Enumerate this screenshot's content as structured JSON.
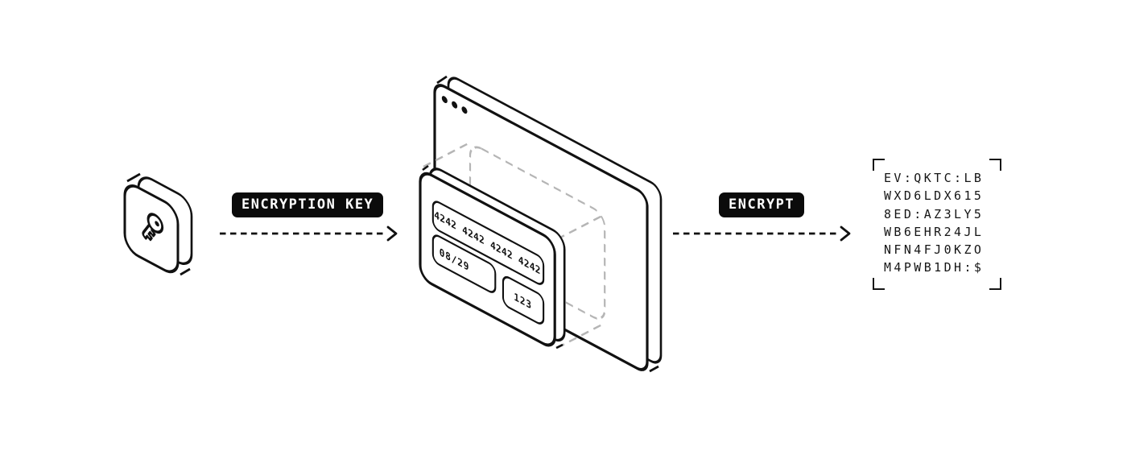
{
  "labels": {
    "encryption_key": "ENCRYPTION KEY",
    "encrypt": "ENCRYPT"
  },
  "card_form": {
    "number": "4242 4242 4242 4242",
    "expiry": "08/29",
    "cvc": "123"
  },
  "ciphertext": {
    "lines": [
      "EV:QKTC:LB",
      "WXD6LDX615",
      "8ED:AZ3LY5",
      "WB6EHR24JL",
      "NFN4FJ0KZO",
      "M4PWB1DH:$"
    ]
  },
  "icons": {
    "key": "key-icon",
    "browser": "browser-window-icon",
    "card_panel": "payment-card-panel-icon",
    "arrow": "dashed-arrow-right-icon"
  },
  "colors": {
    "ink": "#111111",
    "dash_gray": "#b5b5b5",
    "badge_bg": "#0b0b0b",
    "badge_text": "#ffffff",
    "background": "#ffffff"
  }
}
